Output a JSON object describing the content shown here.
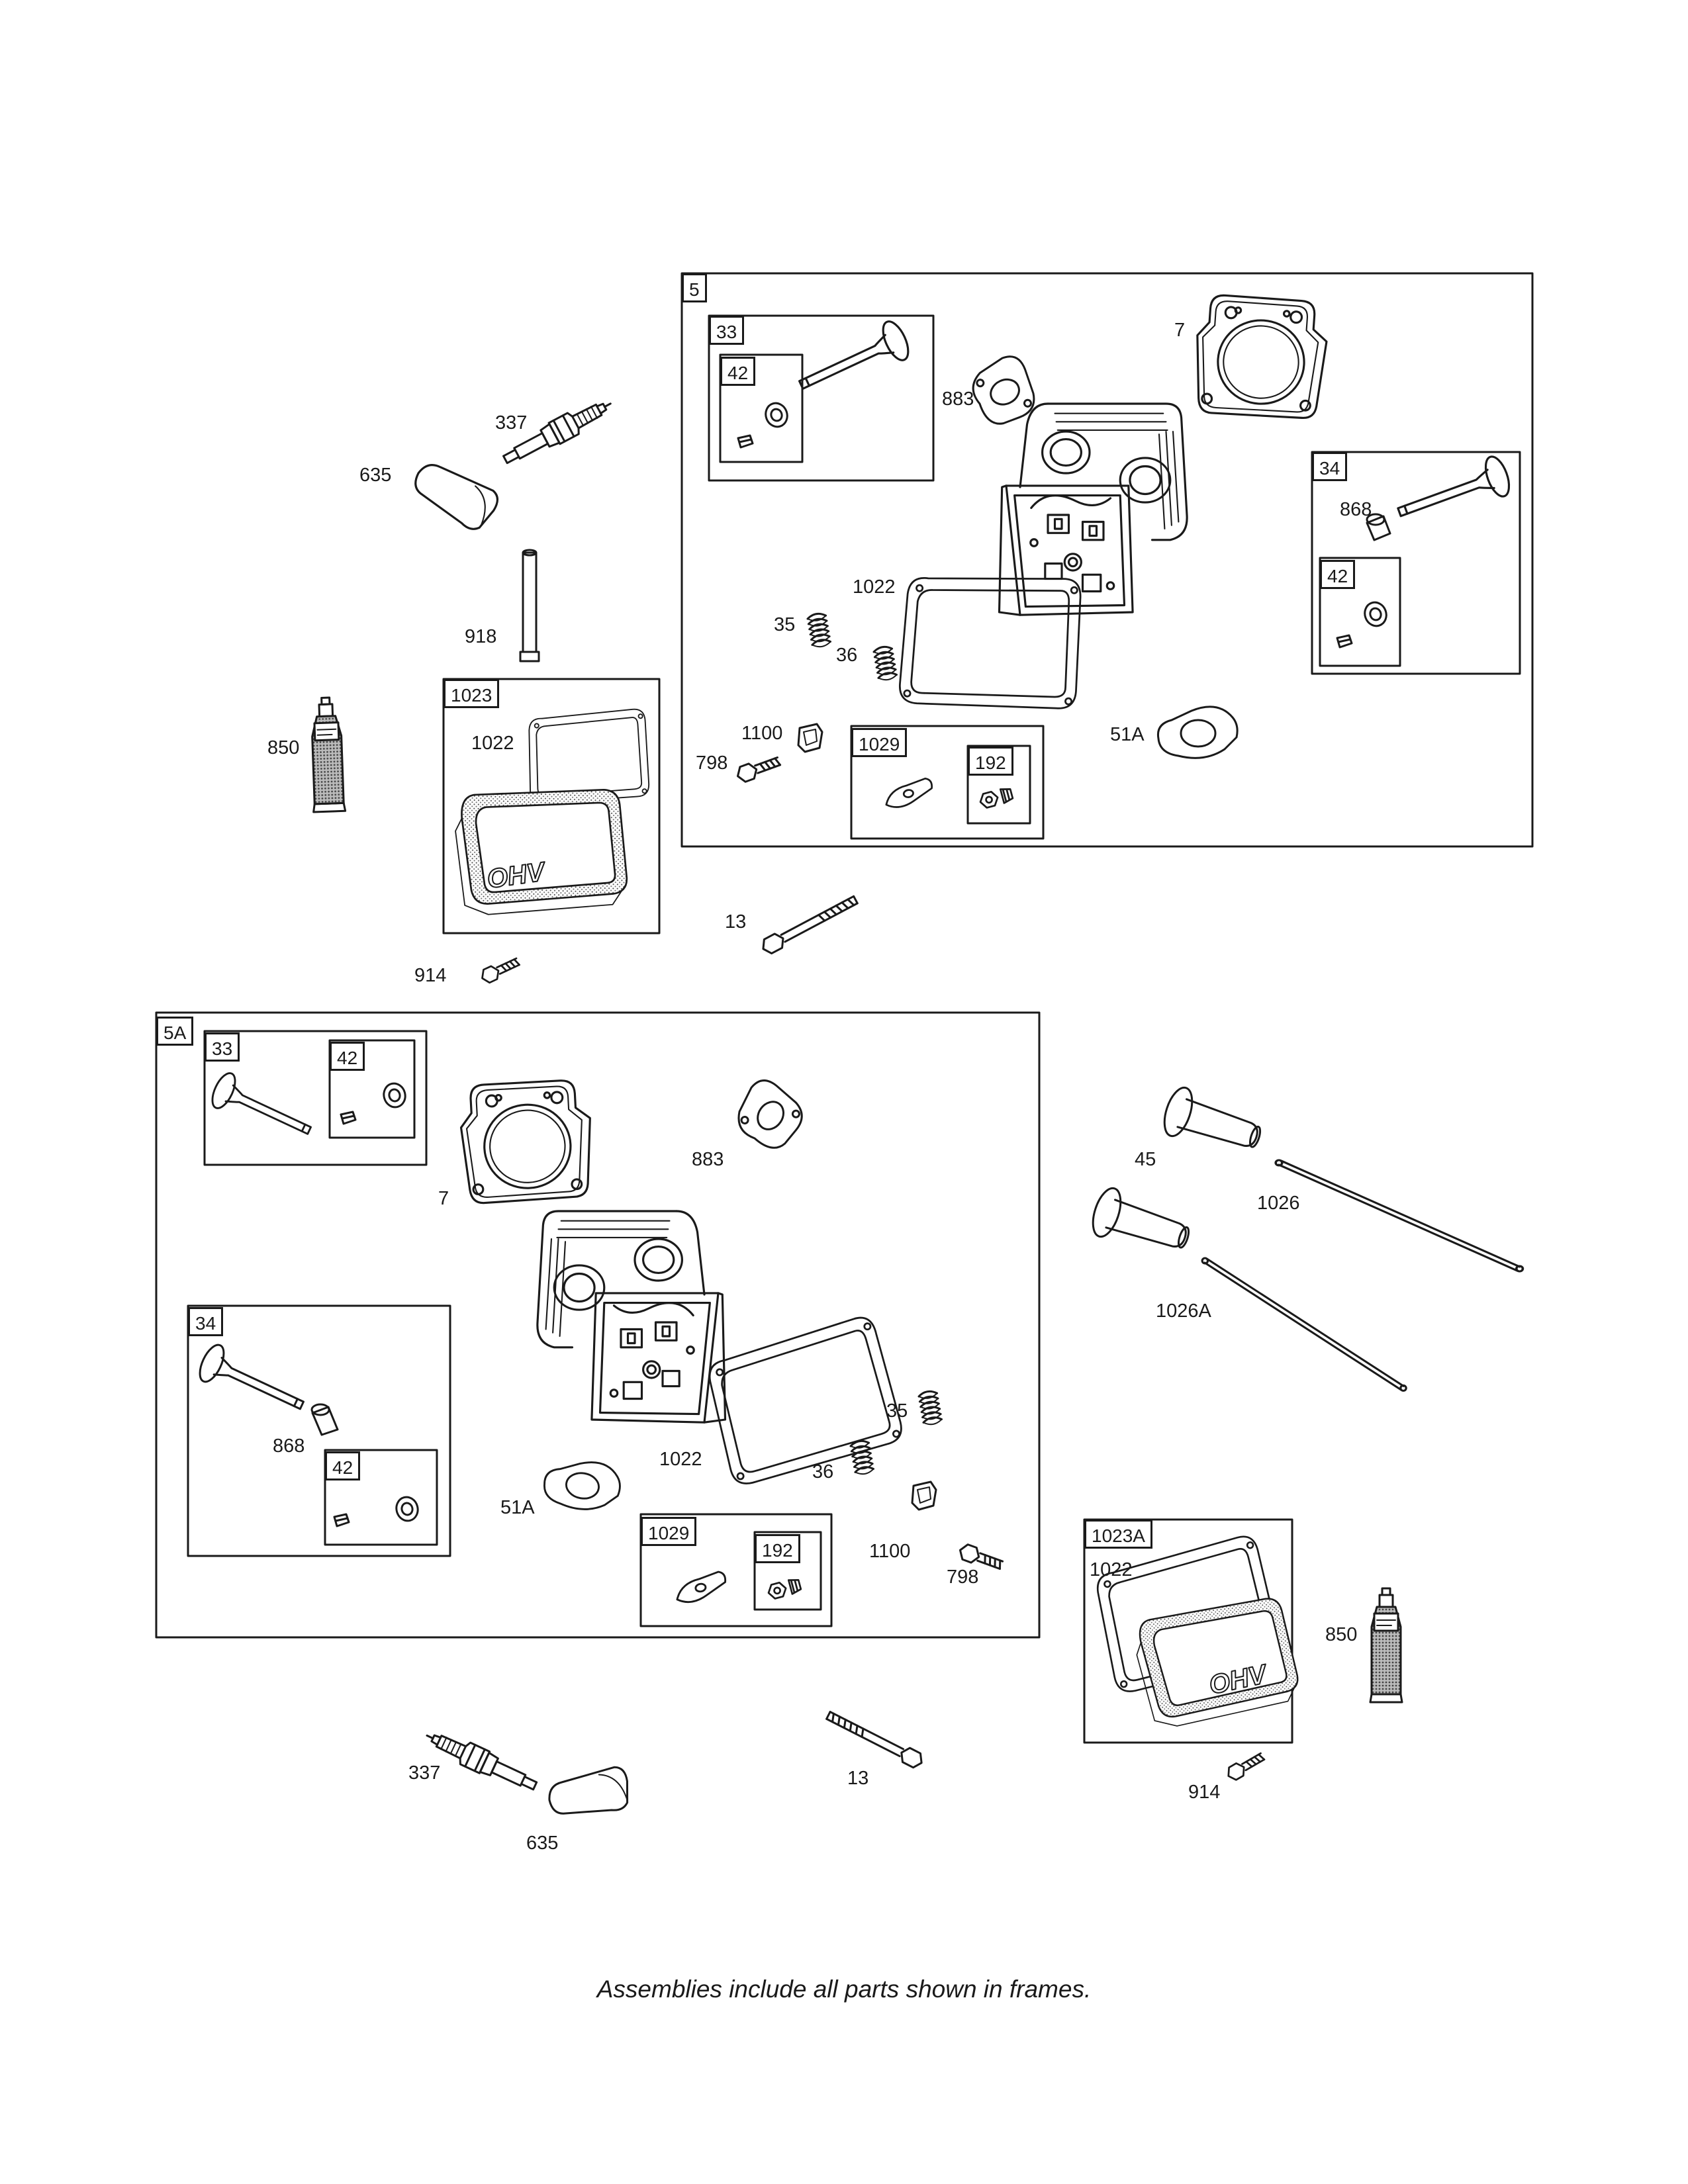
{
  "frames": {
    "f5": "5",
    "f33a": "33",
    "f42a": "42",
    "f34a": "34",
    "f42b": "42",
    "f1023": "1023",
    "f1029a": "1029",
    "f192a": "192",
    "f5A": "5A",
    "f33b": "33",
    "f42c": "42",
    "f34b": "34",
    "f42d": "42",
    "f1029b": "1029",
    "f192b": "192",
    "f1023A": "1023A"
  },
  "callouts": {
    "c337a": "337",
    "c635a": "635",
    "c918": "918",
    "c850a": "850",
    "c914a": "914",
    "c13a": "13",
    "c1022a": "1022",
    "c883a": "883",
    "c7a": "7",
    "c868a": "868",
    "c1022b": "1022",
    "c35a": "35",
    "c36a": "36",
    "c1100a": "1100",
    "c798a": "798",
    "c51Aa": "51A",
    "c883b": "883",
    "c7b": "7",
    "c868b": "868",
    "c1022c": "1022",
    "c35b": "35",
    "c36b": "36",
    "c51Ab": "51A",
    "c1100b": "1100",
    "c798b": "798",
    "c45": "45",
    "c1026": "1026",
    "c1026A": "1026A",
    "c1022d": "1022",
    "c850b": "850",
    "c914b": "914",
    "c337b": "337",
    "c635b": "635",
    "c13b": "13"
  },
  "ohv_mark": "OHV",
  "caption": "Assemblies include all parts shown in frames."
}
